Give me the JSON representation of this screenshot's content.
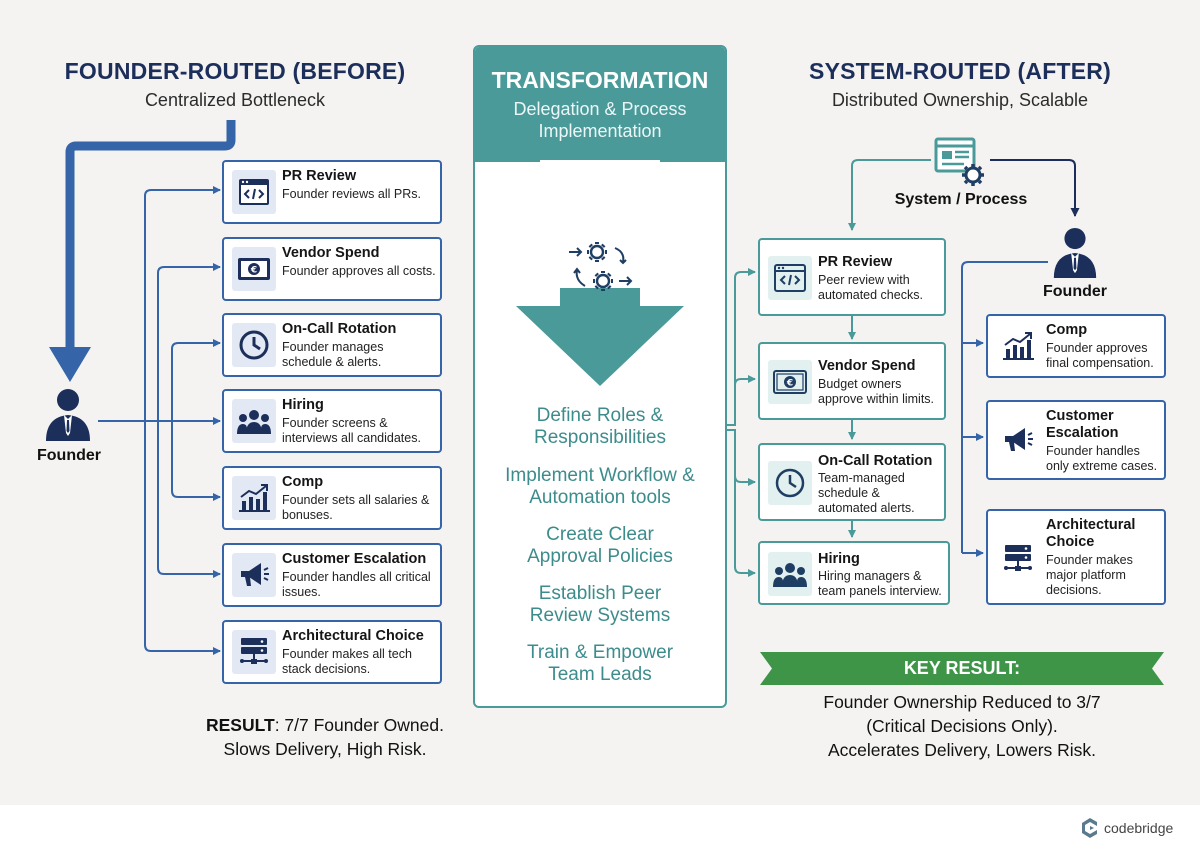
{
  "colors": {
    "navy": "#1c2e5a",
    "left_blue": "#3565a8",
    "teal": "#4b9a9a",
    "green": "#3e9548"
  },
  "before": {
    "title": "FOUNDER-ROUTED (BEFORE)",
    "subtitle": "Centralized Bottleneck",
    "person": "Founder"
  },
  "after": {
    "title": "SYSTEM-ROUTED (AFTER)",
    "subtitle": "Distributed Ownership, Scalable",
    "system_label": "System / Process",
    "person": "Founder"
  },
  "left_cards": [
    {
      "icon": "code-window-icon",
      "title": "PR Review",
      "desc": "Founder reviews all PRs."
    },
    {
      "icon": "euro-banknote-icon",
      "title": "Vendor Spend",
      "desc": "Founder approves all costs."
    },
    {
      "icon": "clock-icon",
      "title": "On-Call Rotation",
      "desc": "Founder manages schedule & alerts."
    },
    {
      "icon": "people-group-icon",
      "title": "Hiring",
      "desc": "Founder screens & interviews all candidates."
    },
    {
      "icon": "bar-chart-growth-icon",
      "title": "Comp",
      "desc": "Founder sets all salaries & bonuses."
    },
    {
      "icon": "megaphone-icon",
      "title": "Customer Escalation",
      "desc": "Founder handles all critical issues."
    },
    {
      "icon": "server-network-icon",
      "title": "Architectural Choice",
      "desc": "Founder makes all tech stack decisions."
    }
  ],
  "transformation": {
    "title": "TRANSFORMATION",
    "subtitle": "Delegation & Process Implementation",
    "steps": [
      "Define Roles & Responsibilities",
      "Implement Workflow & Automation tools",
      "Create Clear Approval Policies",
      "Establish Peer Review Systems",
      "Train & Empower Team Leads"
    ]
  },
  "system_cards": [
    {
      "icon": "code-window-icon",
      "title": "PR Review",
      "desc": "Peer review with automated checks."
    },
    {
      "icon": "euro-banknote-icon",
      "title": "Vendor Spend",
      "desc": "Budget owners approve within limits."
    },
    {
      "icon": "clock-icon",
      "title": "On-Call Rotation",
      "desc": "Team-managed schedule & automated alerts."
    },
    {
      "icon": "people-group-icon",
      "title": "Hiring",
      "desc": "Hiring managers & team panels interview."
    }
  ],
  "founder_cards": [
    {
      "icon": "bar-chart-growth-icon",
      "title": "Comp",
      "desc": "Founder approves final compensation."
    },
    {
      "icon": "megaphone-icon",
      "title": "Customer Escalation",
      "desc": "Founder handles only extreme cases."
    },
    {
      "icon": "server-network-icon",
      "title": "Architectural Choice",
      "desc": "Founder makes major platform decisions."
    }
  ],
  "result_left": {
    "label": "RESULT",
    "line1_rest": ": 7/7 Founder Owned.",
    "line2": "Slows Delivery, High Risk."
  },
  "key_result": {
    "label": "KEY RESULT:",
    "lines": [
      "Founder Ownership Reduced to 3/7",
      "(Critical Decisions Only).",
      "Accelerates Delivery, Lowers Risk."
    ]
  },
  "brand": "codebridge"
}
